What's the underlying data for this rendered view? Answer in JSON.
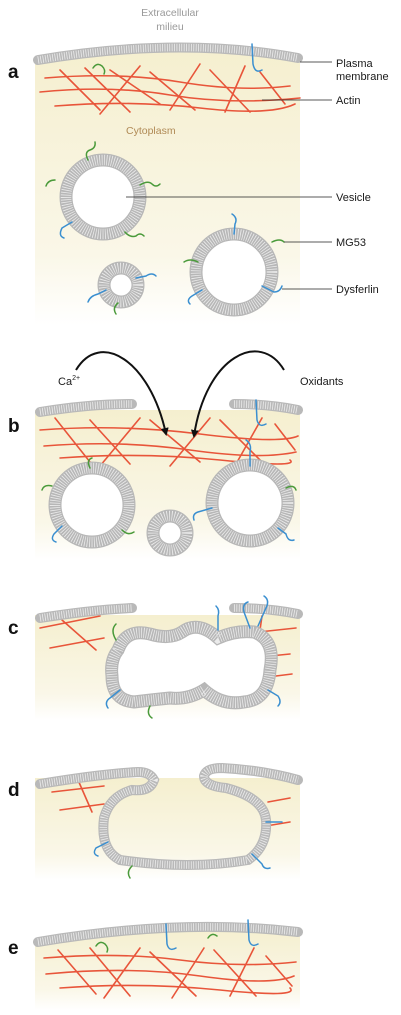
{
  "panels": [
    "a",
    "b",
    "c",
    "d",
    "e"
  ],
  "labels": {
    "extracellular": [
      "Extracellular",
      "milieu"
    ],
    "cytoplasm": "Cytoplasm",
    "plasma_membrane": [
      "Plasma",
      "membrane"
    ],
    "actin": "Actin",
    "vesicle": "Vesicle",
    "mg53": "MG53",
    "dysferlin": "Dysferlin",
    "calcium_base": "Ca",
    "calcium_sup": "2+",
    "oxidants": "Oxidants"
  },
  "colors": {
    "actin": "#e8553a",
    "dysferlin": "#3a8fd0",
    "mg53": "#4a9a3a",
    "membrane": "#b9b9b9",
    "cytoplasm": "#f7f2d8"
  }
}
